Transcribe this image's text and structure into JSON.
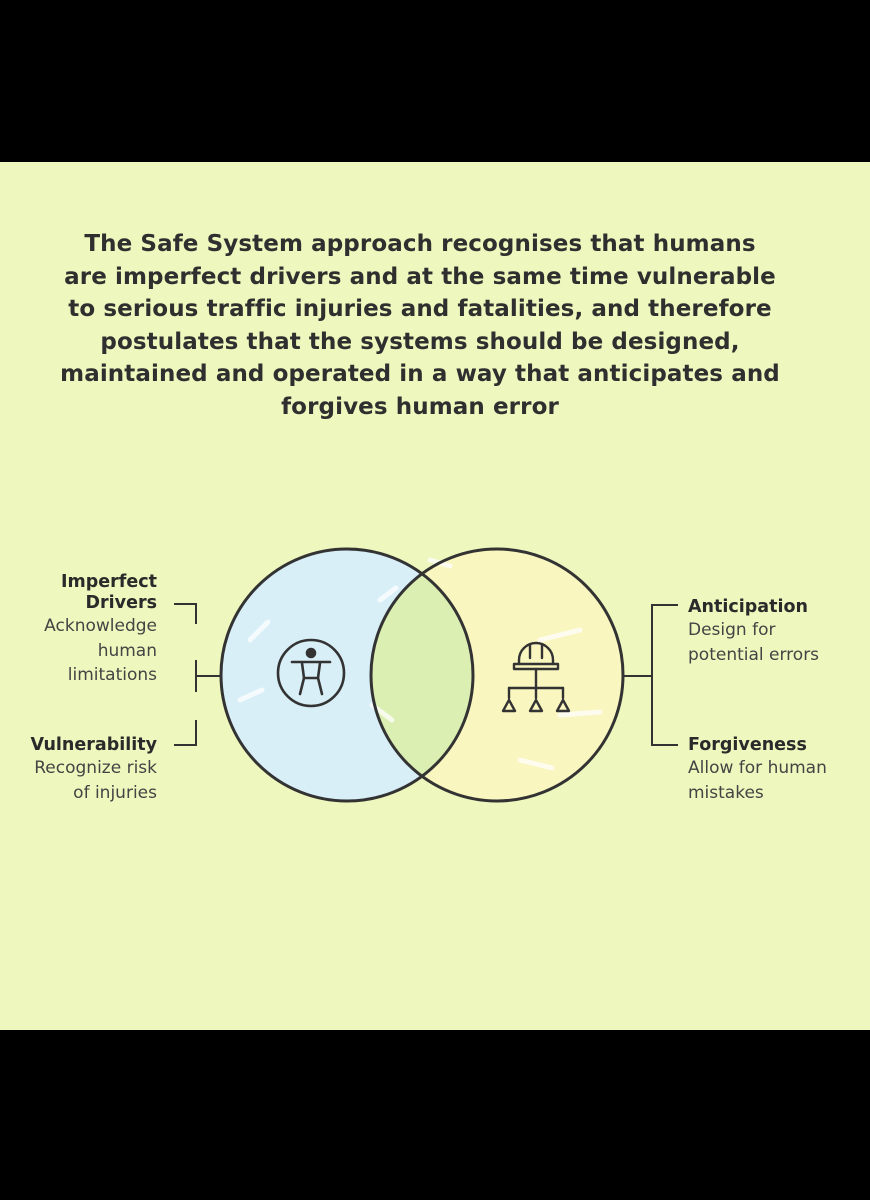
{
  "heading": "The Safe System approach recognises that humans are imperfect drivers and at the same time vulnerable to serious traffic injuries and fatalities, and therefore postulates that the systems should be designed, maintained and operated in a way that anticipates and forgives human error",
  "left_circle": {
    "icon": "accessibility-person-icon",
    "fill": "#d8eff7",
    "items": [
      {
        "title_line1": "Imperfect",
        "title_line2": "Drivers",
        "desc_line1": "Acknowledge",
        "desc_line2": "human",
        "desc_line3": "limitations"
      },
      {
        "title": "Vulnerability",
        "desc_line1": "Recognize risk",
        "desc_line2": "of injuries"
      }
    ]
  },
  "right_circle": {
    "icon": "hardhat-hierarchy-icon",
    "fill": "#f9f6bf",
    "items": [
      {
        "title": "Anticipation",
        "desc_line1": "Design for",
        "desc_line2": "potential errors"
      },
      {
        "title": "Forgiveness",
        "desc_line1": "Allow for human",
        "desc_line2": "mistakes"
      }
    ]
  },
  "colors": {
    "background": "#eef7bd",
    "overlap": "#dcefb2",
    "outline": "#333333",
    "letterbox": "#000000"
  }
}
